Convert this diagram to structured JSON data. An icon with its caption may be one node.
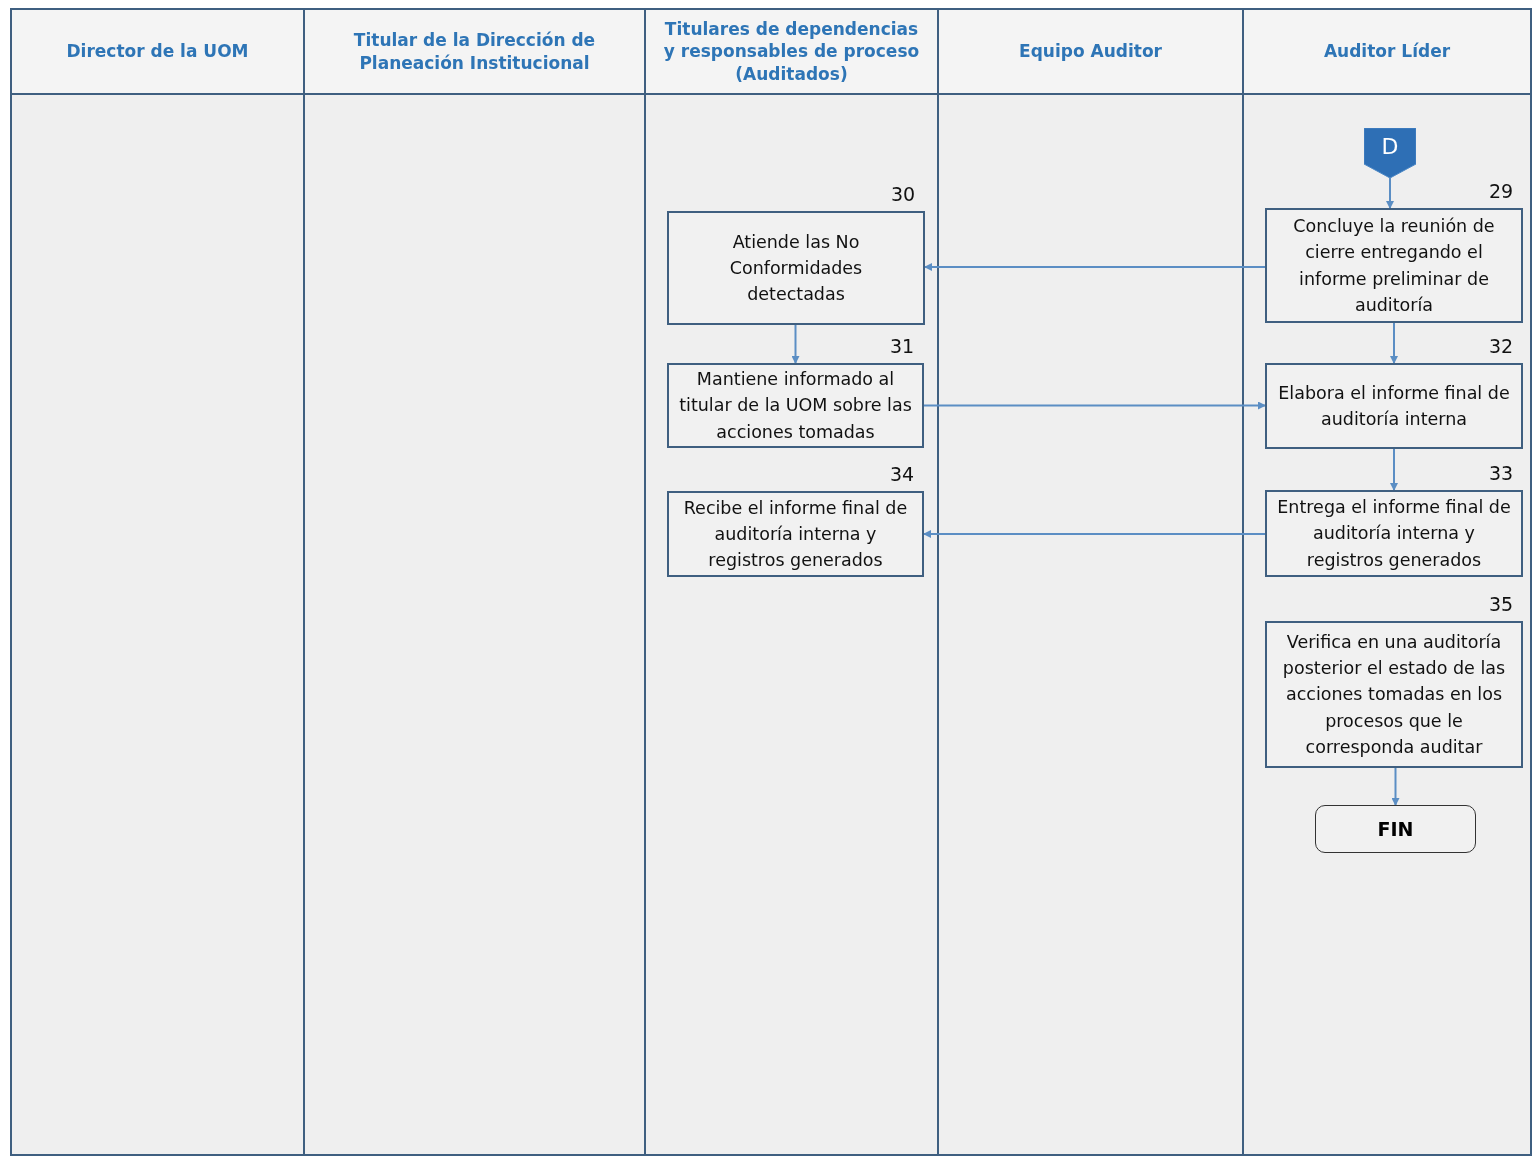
{
  "diagram": {
    "nodes": [
      {
        "text": [
          "Director de la UOM"
        ]
      },
      {
        "text": [
          "Titular de la Dirección de Planeación Institucional"
        ]
      },
      {
        "text": [
          "Titulares de dependencias y responsables de proceso (Auditados)"
        ]
      },
      {
        "text": [
          "Equipo Auditor"
        ]
      },
      {
        "text": [
          "Auditor Líder"
        ]
      },
      {
        "text": [
          "D"
        ]
      },
      {
        "text": [
          "Concluye la reunión de cierre entregando el informe preliminar de auditoría"
        ],
        "beside": [
          "29"
        ]
      },
      {
        "text": [
          "Atiende las No Conformidades detectadas"
        ],
        "beside": [
          "30"
        ]
      },
      {
        "text": [
          "Mantiene informado al titular de la UOM sobre las acciones tomadas"
        ],
        "beside": [
          "31"
        ]
      },
      {
        "text": [
          "Elabora el informe final de auditoría interna"
        ],
        "beside": [
          "32"
        ]
      },
      {
        "text": [
          "Entrega el informe final de auditoría interna y registros generados"
        ],
        "beside": [
          "33"
        ]
      },
      {
        "text": [
          "Recibe el informe final de auditoría interna y registros generados"
        ],
        "beside": [
          "34"
        ]
      },
      {
        "text": [
          "Verifica en una auditoría posterior el estado de las acciones tomadas en los procesos que le corresponda auditar"
        ],
        "beside": [
          "35"
        ]
      },
      {
        "text": [
          "FIN"
        ]
      }
    ],
    "edges": [
      {
        "from": 5,
        "to": 6,
        "arrow": "to"
      },
      {
        "from": 6,
        "to": 7,
        "arrow": "to"
      },
      {
        "from": 7,
        "to": 8,
        "arrow": "to"
      },
      {
        "from": 6,
        "to": 9,
        "arrow": "to"
      },
      {
        "from": 8,
        "to": 9,
        "arrow": "to"
      },
      {
        "from": 9,
        "to": 10,
        "arrow": "to"
      },
      {
        "from": 10,
        "to": 11,
        "arrow": "to"
      },
      {
        "from": 12,
        "to": 13,
        "arrow": "to"
      }
    ]
  }
}
